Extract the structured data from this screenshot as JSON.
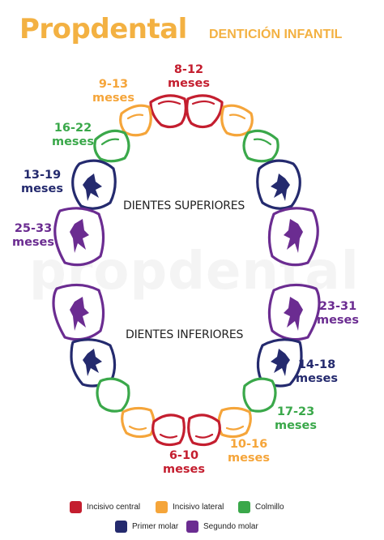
{
  "header": {
    "brand": "Propdental",
    "subtitle": "DENTICIÓN INFANTIL"
  },
  "watermark": "propdental",
  "center_labels": {
    "upper": "DIENTES SUPERIORES",
    "lower": "DIENTES INFERIORES"
  },
  "colors": {
    "incisivo_central": "#c41e2f",
    "incisivo_lateral": "#f5a53a",
    "colmillo": "#3aa84a",
    "primer_molar": "#242a6e",
    "segundo_molar": "#6b2c91"
  },
  "upper": {
    "incisivo_central": {
      "range": "8-12",
      "unit": "meses"
    },
    "incisivo_lateral": {
      "range": "9-13",
      "unit": "meses"
    },
    "colmillo": {
      "range": "16-22",
      "unit": "meses"
    },
    "primer_molar": {
      "range": "13-19",
      "unit": "meses"
    },
    "segundo_molar": {
      "range": "25-33",
      "unit": "meses"
    }
  },
  "lower": {
    "segundo_molar": {
      "range": "23-31",
      "unit": "meses"
    },
    "primer_molar": {
      "range": "14-18",
      "unit": "meses"
    },
    "colmillo": {
      "range": "17-23",
      "unit": "meses"
    },
    "incisivo_lateral": {
      "range": "10-16",
      "unit": "meses"
    },
    "incisivo_central": {
      "range": "6-10",
      "unit": "meses"
    }
  },
  "legend": [
    {
      "label": "Incisivo central",
      "color": "#c41e2f"
    },
    {
      "label": "Incisivo lateral",
      "color": "#f5a53a"
    },
    {
      "label": "Colmillo",
      "color": "#3aa84a"
    },
    {
      "label": "Primer molar",
      "color": "#242a6e"
    },
    {
      "label": "Segundo molar",
      "color": "#6b2c91"
    }
  ]
}
